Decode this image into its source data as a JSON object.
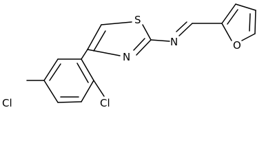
{
  "molecule": {
    "atoms": {
      "sulfur": "S",
      "thiazole_nitrogen": "N",
      "imine_nitrogen": "N",
      "furan_oxygen": "O",
      "chlorine_para": "Cl",
      "chlorine_ortho": "Cl"
    }
  },
  "colors": {
    "bond": "#000000",
    "label": "#000000",
    "background": "#ffffff"
  }
}
